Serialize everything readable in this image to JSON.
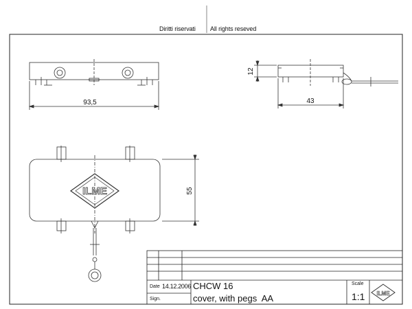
{
  "header": {
    "rights_it": "Diritti riservati",
    "rights_en": "All rights reseved"
  },
  "dimensions": {
    "front_width": "93,5",
    "side_height": "12",
    "side_width": "43",
    "top_height": "55"
  },
  "logo": {
    "text": "ILME"
  },
  "title_block": {
    "date_label": "Date",
    "date_value": "14.12.2006",
    "sign_label": "Sign.",
    "code": "CHCW 16",
    "description": "cover, with pegs  AA",
    "scale_label": "Scale",
    "scale_value": "1:1"
  }
}
